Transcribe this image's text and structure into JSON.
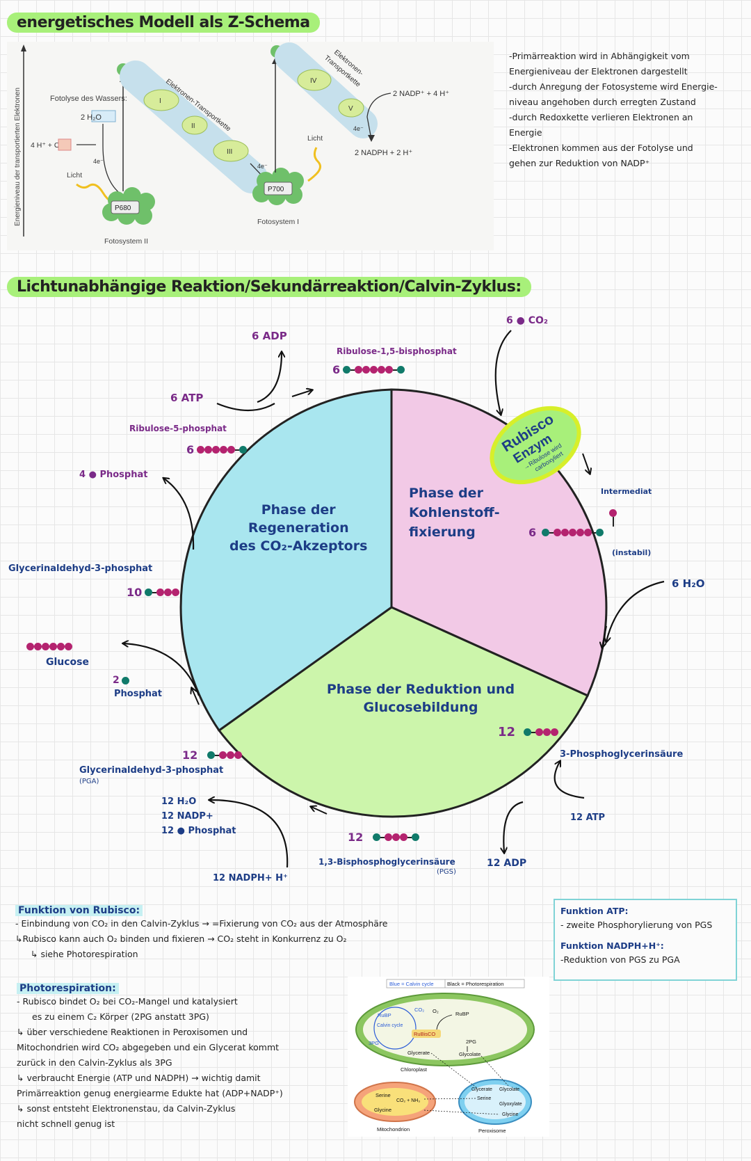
{
  "zschema": {
    "title": "energetisches Modell als Z-Schema",
    "axis_label": "Energieniveau der transportierten Elektronen",
    "fotolyse": "Fotolyse des Wassers:",
    "h2o": "2 H₂O",
    "hplus_o2": "4 H⁺ + O₂",
    "e4": "4e⁻",
    "licht": "Licht",
    "p680": "P680",
    "p700": "P700",
    "fs2": "Fotosystem II",
    "fs1": "Fotosystem I",
    "etk1": "Elektronen-Transportkette",
    "etk2a": "Elektronen-",
    "etk2b": "Transportkette",
    "c1": "I",
    "c2": "II",
    "c3": "III",
    "c4": "IV",
    "c5": "V",
    "nadp": "2 NADP⁺ + 4 H⁺",
    "nadph": "2 NADPH + 2 H⁺"
  },
  "zschema_notes": [
    "-Primärreaktion wird in Abhängigkeit vom",
    "Energieniveau der Elektronen dargestellt",
    "-durch Anregung der Fotosysteme wird Energie-",
    "niveau angehoben durch erregten Zustand",
    "-durch Redoxkette verlieren Elektronen an",
    "Energie",
    "-Elektronen kommen aus der Fotolyse und",
    "gehen zur Reduktion von NADP⁺"
  ],
  "calvin": {
    "title": "Lichtunabhängige Reaktion/Sekundärreaktion/Calvin-Zyklus:",
    "phase_reg": [
      "Phase der",
      "Regeneration",
      "des CO₂-Akzeptors"
    ],
    "phase_fix": [
      "Phase der",
      "Kohlenstoff-",
      "fixierung"
    ],
    "phase_red": [
      "Phase der Reduktion und",
      "Glucosebildung"
    ],
    "rubisco_1": "Rubisco",
    "rubisco_2": "Enzym",
    "rubisco_3": "→Ribulose wird",
    "rubisco_4": "carboxyliert",
    "co2": "6 ● CO₂",
    "adp6": "6 ADP",
    "atp6": "6 ATP",
    "rubp": "Ribulose-1,5-bisphosphat",
    "rubp_n": "6",
    "ru5p": "Ribulose-5-phosphat",
    "ru5p_n": "6",
    "phosphat4": "4 ● Phosphat",
    "intermediat": "Intermediat",
    "inter_n": "6",
    "instabil": "(instabil)",
    "h2o6": "6 H₂O",
    "g3p10_label": "Glycerinaldehyd-3-phosphat",
    "g3p10_n": "10",
    "glucose": "Glucose",
    "phosphat2_n": "2",
    "phosphat2": "Phosphat",
    "pgs_n": "12",
    "pgs_label": "3-Phosphoglycerinsäure",
    "atp12": "12 ATP",
    "adp12": "12 ADP",
    "bpg_n": "12",
    "bpg_label": "1,3-Bisphosphoglycerinsäure",
    "bpg_abbr": "(PGS)",
    "g3p12_n": "12",
    "g3p12_label": "Glycerinaldehyd-3-phosphat",
    "g3p12_abbr": "(PGA)",
    "h2o12": "12 H₂O",
    "nadp12": "12 NADP+",
    "phosphat12": "12 ● Phosphat",
    "nadph12": "12 NADPH+ H⁺"
  },
  "rubisco_fn": {
    "title": "Funktion von Rubisco:",
    "lines": [
      "- Einbindung von CO₂ in den Calvin-Zyklus → =Fixierung von CO₂ aus der Atmosphäre",
      "↳Rubisco kann auch O₂ binden und fixieren → CO₂ steht in Konkurrenz zu O₂",
      "↳ siehe Photorespiration"
    ]
  },
  "fn_box": {
    "atp_title": "Funktion ATP:",
    "atp_line": "- zweite Phosphorylierung von PGS",
    "nadph_title": "Funktion NADPH+H⁺:",
    "nadph_line": "-Reduktion von PGS zu PGA"
  },
  "photoresp": {
    "title": "Photorespiration:",
    "lines": [
      "- Rubisco bindet O₂ bei CO₂-Mangel und katalysiert",
      "es zu einem C₂ Körper (2PG anstatt 3PG)",
      "↳ über verschiedene Reaktionen in Peroxisomen und",
      "Mitochondrien wird CO₂ abgegeben und ein Glycerat kommt",
      "zurück in den Calvin-Zyklus als 3PG",
      "↳ verbraucht Energie (ATP und NADPH) → wichtig damit",
      "Primärreaktion genug energiearme Edukte hat (ADP+NADP⁺)",
      "↳ sonst entsteht Elektronenstau, da Calvin-Zyklus",
      "nicht schnell genug ist"
    ]
  },
  "pr_diagram": {
    "legend_blue": "Blue = Calvin cycle",
    "legend_black": "Black = Photorespiration",
    "rubp1": "RuBP",
    "co2": "CO₂",
    "o2": "O₂",
    "rubp2": "RuBP",
    "calvin": "Calvin cycle",
    "rubisco": "RuBisCO",
    "pg3": "3PG",
    "pg2": "2PG",
    "glycerate": "Glycerate",
    "glycolate": "Glycolate",
    "chloroplast": "Chloroplast",
    "serine": "Serine",
    "co2nh3": "CO₂ + NH₃",
    "glycine": "Glycine",
    "mito": "Mitochondrion",
    "p_glycerate": "Glycerate",
    "p_glycolate": "Glycolate",
    "p_serine": "Serine",
    "p_glyoxylate": "Glyoxylate",
    "p_glycine": "Glycine",
    "peroxisome": "Peroxisome"
  }
}
